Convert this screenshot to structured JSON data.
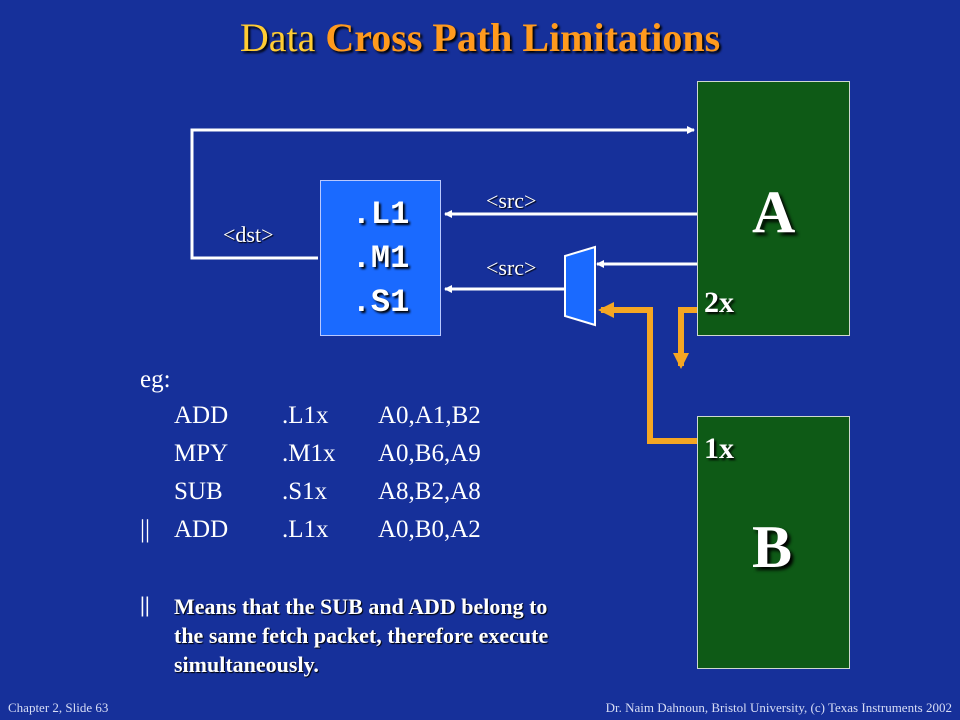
{
  "title": {
    "plain": "Data",
    "accent": "Cross Path Limitations"
  },
  "register_files": {
    "a": {
      "letter": "A",
      "cross_path": "2x"
    },
    "b": {
      "letter": "B",
      "cross_path": "1x"
    }
  },
  "functional_units": [
    ".L1",
    ".M1",
    ".S1"
  ],
  "operand_labels": {
    "src_upper": "<src>",
    "src_lower": "<src>",
    "dst": "<dst>"
  },
  "example": {
    "heading": "eg:",
    "lines": [
      {
        "parallel": "",
        "op": "ADD",
        "unit": ".L1x",
        "args": "A0,A1,B2"
      },
      {
        "parallel": "",
        "op": "MPY",
        "unit": ".M1x",
        "args": "A0,B6,A9"
      },
      {
        "parallel": "",
        "op": "SUB",
        "unit": ".S1x",
        "args": "A8,B2,A8"
      },
      {
        "parallel": "||",
        "op": "ADD",
        "unit": ".L1x",
        "args": "A0,B0,A2"
      }
    ],
    "note_marker": "||",
    "note": "Means that the SUB and ADD belong to the same fetch packet, therefore execute simultaneously."
  },
  "footer": {
    "left": "Chapter 2, Slide 63",
    "right": "Dr. Naim Dahnoun, Bristol University,  (c) Texas Instruments 2002"
  },
  "colors": {
    "background": "#16309a",
    "title": "#ffcc33",
    "title_accent": "#ff9a1e",
    "register_file": "#0e5a16",
    "unit_box": "#1a6aff",
    "cross_path": "#f5a623"
  }
}
